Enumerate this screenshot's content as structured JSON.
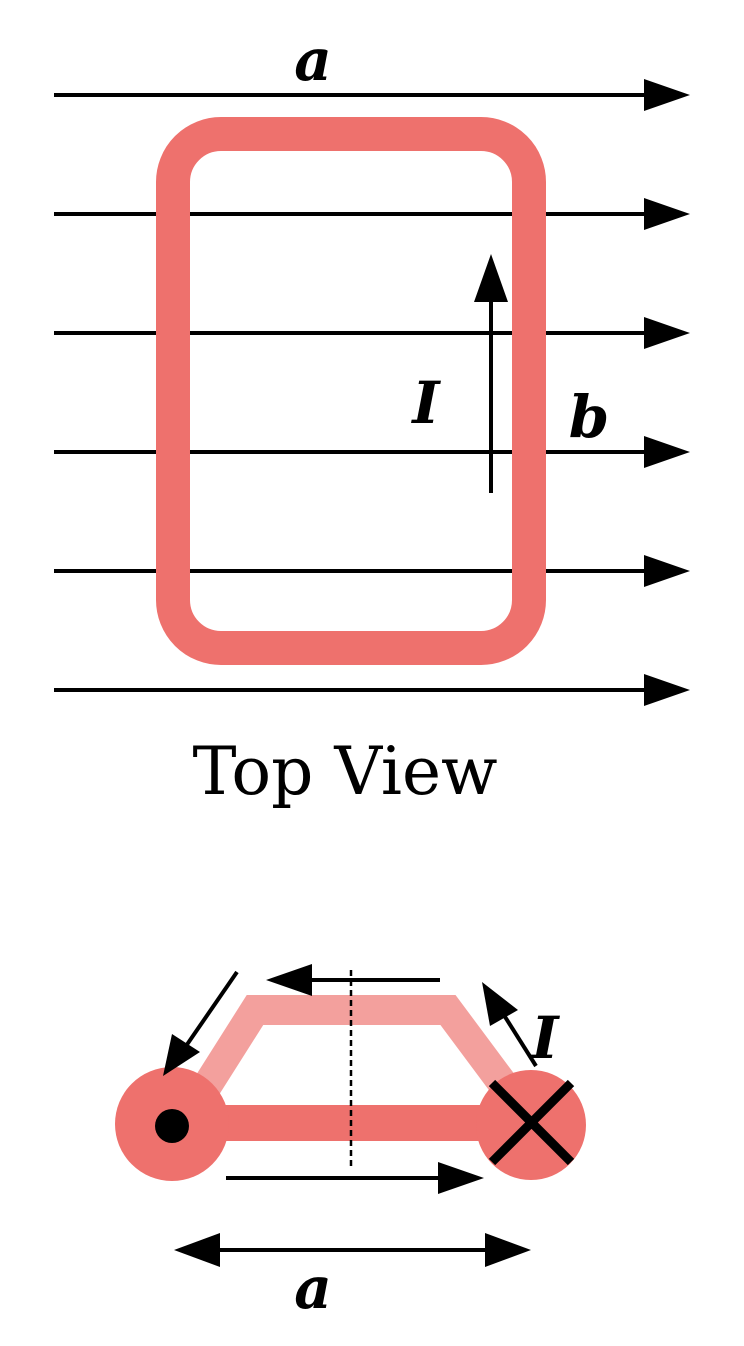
{
  "colors": {
    "loop": "#ee716d",
    "loop_far": "#f3a09d",
    "ink": "#000000",
    "background": "#ffffff"
  },
  "top_view": {
    "label_a": "a",
    "label_b": "b",
    "label_current": "I",
    "caption": "Top View",
    "field_line_count": 6,
    "current_direction": "up"
  },
  "side_view": {
    "label_current": "I",
    "label_a": "a",
    "out_of_page_marker": "dot",
    "into_page_marker": "cross"
  }
}
